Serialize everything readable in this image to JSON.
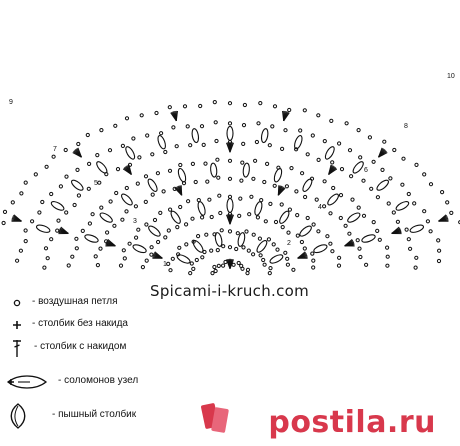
{
  "diagram": {
    "row_numbers": [
      "1",
      "2",
      "3",
      "4",
      "5",
      "6",
      "7",
      "8",
      "9",
      "10"
    ]
  },
  "watermark": "Spicami-i-kruch.com",
  "legend": [
    {
      "icon": "chain-stitch-icon",
      "label": "- воздушная петля"
    },
    {
      "icon": "single-crochet-icon",
      "label": "- столбик без накида"
    },
    {
      "icon": "double-crochet-icon",
      "label": "- столбик с накидом"
    },
    {
      "icon": "solomon-knot-icon",
      "label": "- соломонов узел"
    },
    {
      "icon": "puff-stitch-icon",
      "label": "- пышный столбик"
    }
  ],
  "brand": {
    "text": "postila.ru",
    "color": "#d8384c"
  }
}
